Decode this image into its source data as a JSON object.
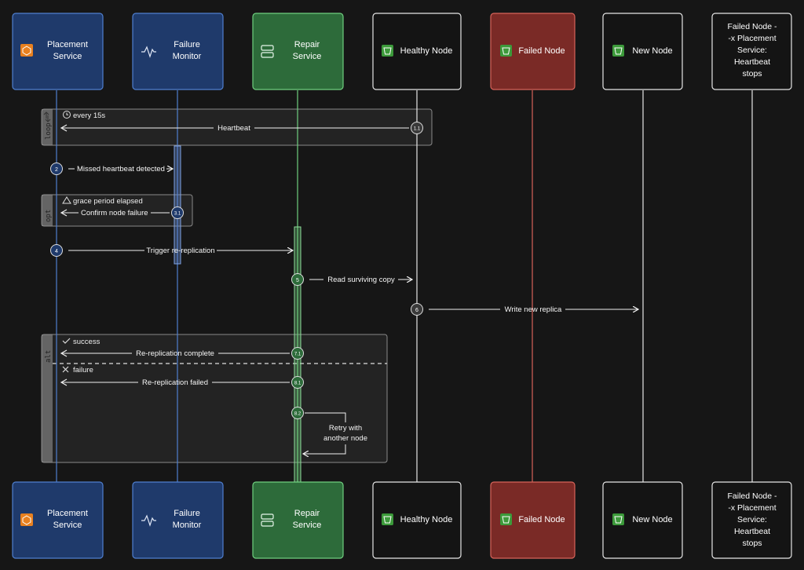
{
  "colors": {
    "background": "#161616",
    "blue_fill": "#1f3a6b",
    "blue_border": "#4f7fcf",
    "green_fill": "#2d6b3a",
    "green_border": "#6fcf7f",
    "black_fill": "#141414",
    "white_border": "#e6e6e6",
    "red_fill": "#7a2a26",
    "red_border": "#d8645a",
    "fragment_fill": "#2a2a2a"
  },
  "participants": [
    {
      "id": "placement",
      "lines": [
        "Placement",
        "Service"
      ],
      "icon": "placement-service-icon"
    },
    {
      "id": "monitor",
      "lines": [
        "Failure",
        "Monitor"
      ],
      "icon": "pulse-icon"
    },
    {
      "id": "repair",
      "lines": [
        "Repair",
        "Service"
      ],
      "icon": "server-stack-icon"
    },
    {
      "id": "healthy",
      "lines": [
        "Healthy Node"
      ],
      "icon": "storage-bucket-icon"
    },
    {
      "id": "failed",
      "lines": [
        "Failed Node"
      ],
      "icon": "storage-bucket-icon"
    },
    {
      "id": "new",
      "lines": [
        "New Node"
      ],
      "icon": "storage-bucket-icon"
    },
    {
      "id": "note",
      "lines": [
        "Failed Node -",
        "-x Placement",
        "Service:",
        "Heartbeat",
        "stops"
      ],
      "icon": ""
    }
  ],
  "fragments": {
    "loop": {
      "keyword": "loop",
      "condition": "every 15s"
    },
    "opt": {
      "keyword": "opt",
      "condition": "grace period elapsed"
    },
    "alt": {
      "keyword": "alt",
      "condition": "success",
      "else_condition": "failure"
    }
  },
  "messages": [
    {
      "num": "1.1",
      "label": "Heartbeat"
    },
    {
      "num": "2",
      "label": "Missed heartbeat detected"
    },
    {
      "num": "3.1",
      "label": "Confirm node failure"
    },
    {
      "num": "4",
      "label": "Trigger re-replication"
    },
    {
      "num": "5",
      "label": "Read surviving copy"
    },
    {
      "num": "6",
      "label": "Write new replica"
    },
    {
      "num": "7.1",
      "label": "Re-replication complete"
    },
    {
      "num": "8.1",
      "label": "Re-replication failed"
    },
    {
      "num": "8.2",
      "label_lines": [
        "Retry with",
        "another node"
      ]
    }
  ]
}
